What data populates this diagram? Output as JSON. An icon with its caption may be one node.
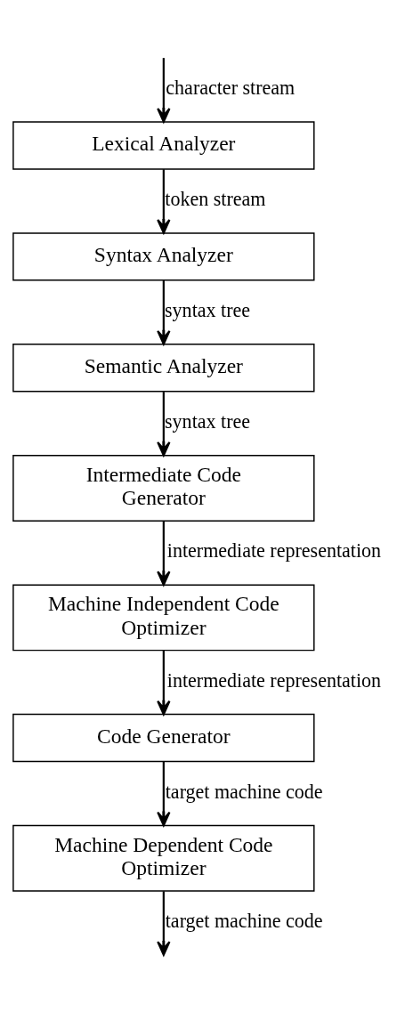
{
  "diagram": {
    "nodes": [
      {
        "text": [
          "Lexical Analyzer"
        ]
      },
      {
        "text": [
          "Syntax Analyzer"
        ]
      },
      {
        "text": [
          "Semantic Analyzer"
        ]
      },
      {
        "text": [
          "Intermediate Code Generator"
        ]
      },
      {
        "text": [
          "Machine Independent Code Optimizer"
        ]
      },
      {
        "text": [
          "Code Generator"
        ]
      },
      {
        "text": [
          "Machine Dependent Code Optimizer"
        ]
      }
    ],
    "edges": [
      {
        "from": null,
        "to": 0,
        "arrow": "to",
        "label": "character stream"
      },
      {
        "from": 0,
        "to": 1,
        "arrow": "to",
        "label": "token stream"
      },
      {
        "from": 1,
        "to": 2,
        "arrow": "to",
        "label": "syntax tree"
      },
      {
        "from": 2,
        "to": 3,
        "arrow": "to",
        "label": "syntax tree"
      },
      {
        "from": 3,
        "to": 4,
        "arrow": "to",
        "label": "intermediate representation"
      },
      {
        "from": 4,
        "to": 5,
        "arrow": "to",
        "label": "intermediate representation"
      },
      {
        "from": 5,
        "to": 6,
        "arrow": "to",
        "label": "target machine code"
      },
      {
        "from": 6,
        "to": null,
        "arrow": "to",
        "label": "target machine code"
      }
    ]
  }
}
